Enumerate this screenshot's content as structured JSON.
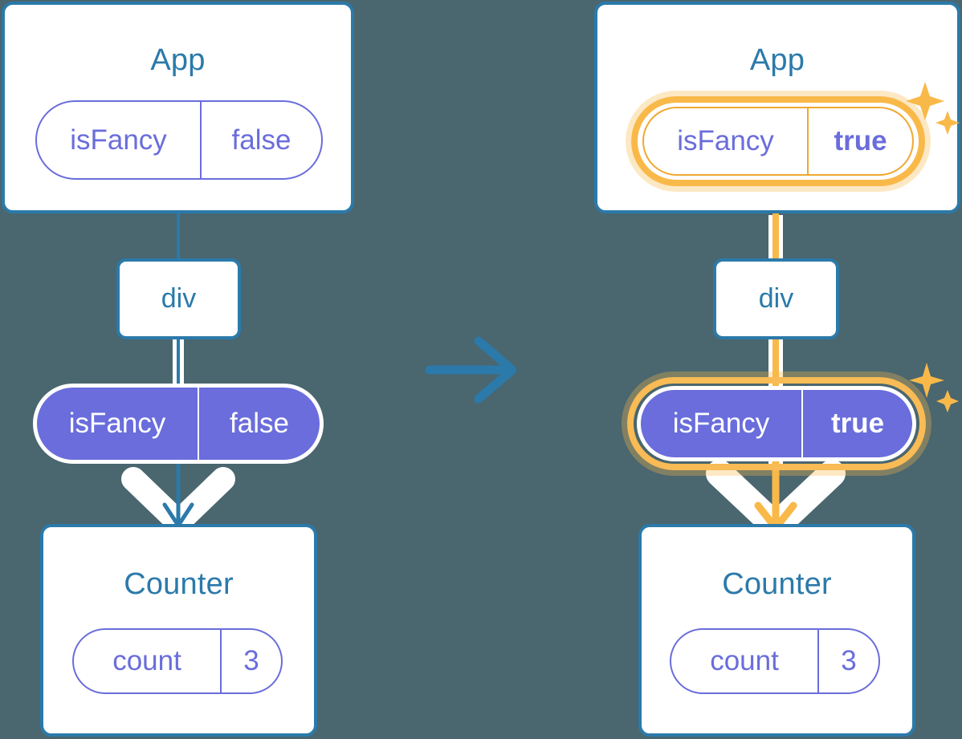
{
  "diagram": {
    "type": "react-state-propagation",
    "background_color": "#4a666f",
    "accent_blue": "#2b7aaa",
    "accent_purple": "#6a6ddb",
    "accent_amber": "#f9b949",
    "transition_arrow": "arrow-right",
    "panels": [
      {
        "id": "before",
        "app": {
          "title": "App",
          "state": {
            "key": "isFancy",
            "value": "false",
            "highlighted": false,
            "style": "outline"
          }
        },
        "element": {
          "tag": "div"
        },
        "prop": {
          "key": "isFancy",
          "value": "false",
          "highlighted": false,
          "style": "solid"
        },
        "child": {
          "title": "Counter",
          "state": {
            "key": "count",
            "value": "3",
            "highlighted": false,
            "style": "outline"
          }
        },
        "flow_color": "#2b7aaa",
        "sparkles": []
      },
      {
        "id": "after",
        "app": {
          "title": "App",
          "state": {
            "key": "isFancy",
            "value": "true",
            "highlighted": true,
            "style": "outline"
          }
        },
        "element": {
          "tag": "div"
        },
        "prop": {
          "key": "isFancy",
          "value": "true",
          "highlighted": true,
          "style": "solid"
        },
        "child": {
          "title": "Counter",
          "state": {
            "key": "count",
            "value": "3",
            "highlighted": false,
            "style": "outline"
          }
        },
        "flow_color": "#f9b949",
        "sparkles": [
          "sparkle-large",
          "sparkle-small"
        ]
      }
    ]
  }
}
